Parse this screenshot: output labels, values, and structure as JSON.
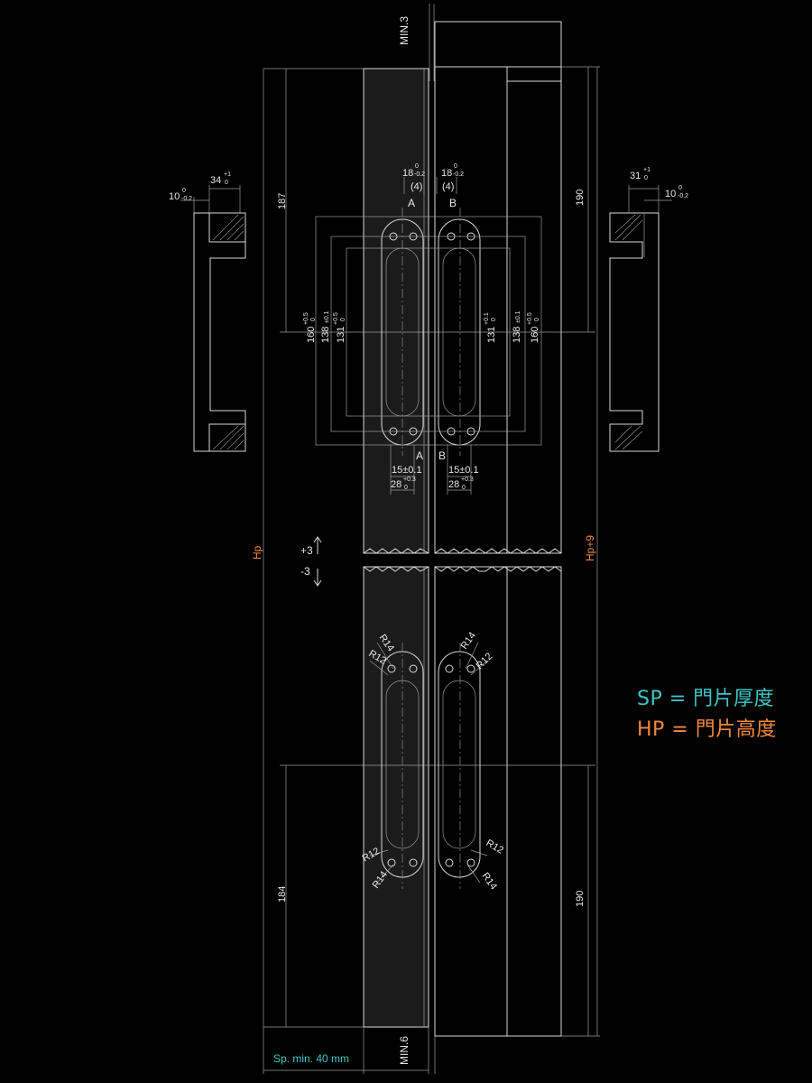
{
  "legend": {
    "sp": "SP = 門片厚度",
    "hp": "HP = 門片高度"
  },
  "labels": {
    "min3": "MIN.3",
    "min6": "MIN.6",
    "sp_min": "Sp. min. 40 mm",
    "hp": "Hp",
    "hp9": "Hp+9",
    "plus3": "+3",
    "minus3": "-3",
    "sec_a": "A",
    "sec_b": "B"
  },
  "dims": {
    "d187": "187",
    "d190": "190",
    "d184": "184",
    "d18": "18",
    "d18_tol_top": "0",
    "d18_tol_bot": "-0.2",
    "d4": "(4)",
    "d34": "34",
    "d34_tol": "+1",
    "d31": "31",
    "d31_tol": "+1",
    "d10": "10",
    "d10_tol_top": "0",
    "d10_tol_bot": "-0.2",
    "d160": "160",
    "d160_tol": "+0.5",
    "d138": "138",
    "d138_tol": "±0.1",
    "d131": "131",
    "d131_tol": "+0.5",
    "d131b_tol": "+0.1",
    "d15": "15±0.1",
    "d28": "28",
    "d28_tol": "+0.3",
    "zero": "0",
    "r14": "R14",
    "r12": "R12"
  },
  "colors": {
    "background": "#000000",
    "lines": "#d9d9d9",
    "sp_accent": "#3fc6c6",
    "hp_accent": "#f08a3c"
  }
}
